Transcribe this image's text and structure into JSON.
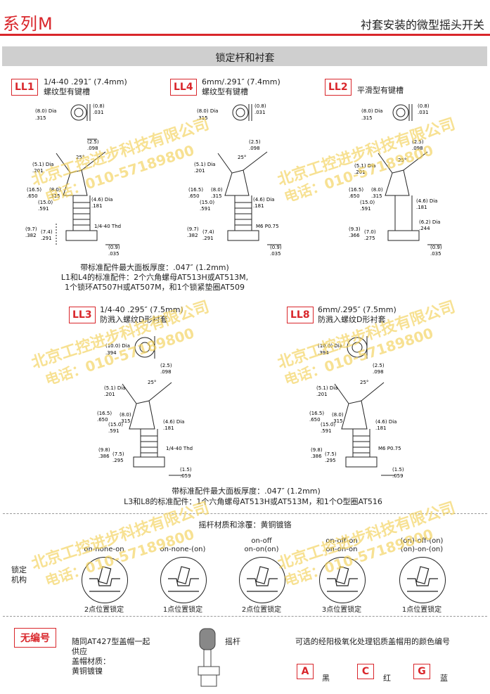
{
  "header": {
    "series": "系列M",
    "title": "衬套安装的微型摇头开关"
  },
  "section": {
    "title": "锁定杆和衬套"
  },
  "top_items": [
    {
      "code": "LL1",
      "line1": "1/4-40 .291″ (7.4mm)",
      "line2": "螺纹型有键槽",
      "dims": {
        "dia_top": "(8.0) Dia\n.315",
        "k1": "(0.8)\n.031",
        "k2": "(2.5)\n.098",
        "dia51": "(5.1) Dia\n.201",
        "l165": "(16.5)\n.650",
        "l80": "(8.0)\n.315",
        "l150": "(15.0)\n.591",
        "dia46": "(4.6) Dia\n.181",
        "thd": "1/4-40 Thd",
        "l97": "(9.7)\n.382",
        "l74": "(7.4)\n.291",
        "l09": "(0.9)\n.035",
        "ang": "25°"
      }
    },
    {
      "code": "LL4",
      "line1": "6mm/.291″ (7.4mm)",
      "line2": "螺纹型有键槽",
      "dims": {
        "dia_top": "(8.0) Dia\n.315",
        "k1": "(0.8)\n.031",
        "k2": "(2.5)\n.098",
        "dia51": "(5.1) Dia\n.201",
        "l165": "(16.5)\n.650",
        "l80": "(8.0)\n.315",
        "l150": "(15.0)\n.591",
        "dia46": "(4.6) Dia\n.181",
        "thd": "M6 P0.75",
        "l97": "(9.7)\n.382",
        "l74": "(7.4)\n.291",
        "l09": "(0.9)\n.035",
        "ang": "25°"
      }
    },
    {
      "code": "LL2",
      "line1": "平滑型有键槽",
      "line2": "",
      "dims": {
        "dia_top": "(8.0) Dia\n.315",
        "k1": "(0.8)\n.031",
        "k2": "(2.5)\n.098",
        "dia51": "(5.1) Dia\n.201",
        "l165": "(16.5)\n.650",
        "l80": "(8.0)\n.315",
        "l150": "(15.0)\n.591",
        "dia46": "(4.6) Dia\n.181",
        "thd": "(6.2) Dia\n.244",
        "l97": "(9.3)\n.366",
        "l74": "(7.0)\n.275",
        "l09": "(0.9)\n.035",
        "ang": "25°"
      }
    }
  ],
  "top_note": {
    "line1": "带标准配件最大面板厚度：.047″ (1.2mm)",
    "line2": "L1和L4的标准配件：2个六角螺母AT513H或AT513M,",
    "line3": "1个锁环AT507H或AT507M，和1个锁紧垫圈AT509"
  },
  "mid_items": [
    {
      "code": "LL3",
      "line1": "1/4-40 .295″ (7.5mm)",
      "line2": "防溅入螺纹D形衬套",
      "dims": {
        "dia_top": "(10.0) Dia\n.394",
        "k2": "(2.5)\n.098",
        "dia51": "(5.1) Dia\n.201",
        "l165": "(16.5)\n.650",
        "l80": "(8.0)\n.315",
        "l150": "(15.0)\n.591",
        "dia46": "(4.6) Dia\n.181",
        "thd": "1/4-40 Thd",
        "l98": "(9.8)\n.386",
        "l75": "(7.5)\n.295",
        "l15": "(1.5)\n.059",
        "ang": "25°"
      }
    },
    {
      "code": "LL8",
      "line1": "6mm/.295″ (7.5mm)",
      "line2": "防溅入螺纹D形衬套",
      "dims": {
        "dia_top": "(10.0) Dia\n.394",
        "k2": "(2.5)\n.098",
        "dia51": "(5.1) Dia\n.201",
        "l165": "(16.5)\n.650",
        "l80": "(8.0)\n.315",
        "l150": "(15.0)\n.591",
        "dia46": "(4.6) Dia\n.181",
        "thd": "M6 P0.75",
        "l98": "(9.8)\n.386",
        "l75": "(7.5)\n.295",
        "l15": "(1.5)\n.059",
        "ang": "25°"
      }
    }
  ],
  "mid_note": {
    "line1": "带标准配件最大面板厚度：.047″ (1.2mm)",
    "line2": "L3和L8的标准配件：1个六角螺母AT513H或AT513M，和1个O型圈AT516"
  },
  "mechanism": {
    "material": "摇杆材质和涂覆：黄铜镀铬",
    "side_label_1": "锁定",
    "side_label_2": "机构",
    "items": [
      {
        "top1": "",
        "top2": "on-none-on",
        "bottom": "2点位置锁定"
      },
      {
        "top1": "",
        "top2": "on-none-(on)",
        "bottom": "1点位置锁定"
      },
      {
        "top1": "on-off",
        "top2": "on-on(on)",
        "bottom": "2点位置锁定"
      },
      {
        "top1": "on-off-on",
        "top2": "on-on-on",
        "bottom": "3点位置锁定"
      },
      {
        "top1": "(on)-off-(on)",
        "top2": "(on)-on-(on)",
        "bottom": "1点位置锁定"
      }
    ]
  },
  "bottom": {
    "code": "无编号",
    "desc1": "随同AT427型盖帽一起",
    "desc2": "供应",
    "desc3": "盖帽材质：",
    "desc4": "黄铜镀镍",
    "lever_label": "摇杆",
    "colors_title": "可选的经阳极氧化处理铝质盖帽用的颜色编号",
    "colors": [
      {
        "code": "A",
        "name": "黑"
      },
      {
        "code": "C",
        "name": "红"
      },
      {
        "code": "G",
        "name": "蓝"
      }
    ]
  },
  "watermark": {
    "company": "北京工控进步科技有限公司",
    "phone": "电话：010-57189800"
  },
  "colors": {
    "accent": "#d9262b",
    "bar": "#cfcfcf",
    "watermark": "#f3d25a"
  }
}
